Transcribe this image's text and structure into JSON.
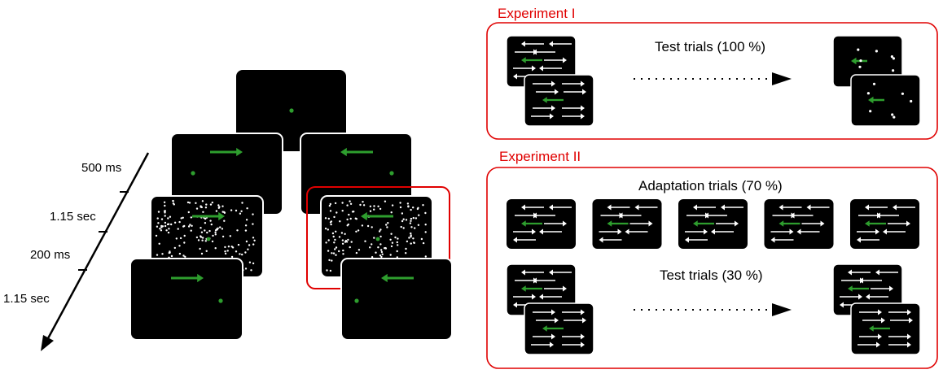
{
  "timeline": {
    "labels": [
      "500 ms",
      "1.15 sec",
      "200 ms",
      "1.15 sec"
    ]
  },
  "experiment1": {
    "title": "Experiment I",
    "test_label": "Test trials (100 %)"
  },
  "experiment2": {
    "title": "Experiment II",
    "adaptation_label": "Adaptation trials (70 %)",
    "test_label": "Test trials (30 %)",
    "adaptation_count": 5
  },
  "colors": {
    "screen": "#000000",
    "target": "#2e9e2e",
    "highlight": "#e00000",
    "dots": "#ffffff"
  }
}
